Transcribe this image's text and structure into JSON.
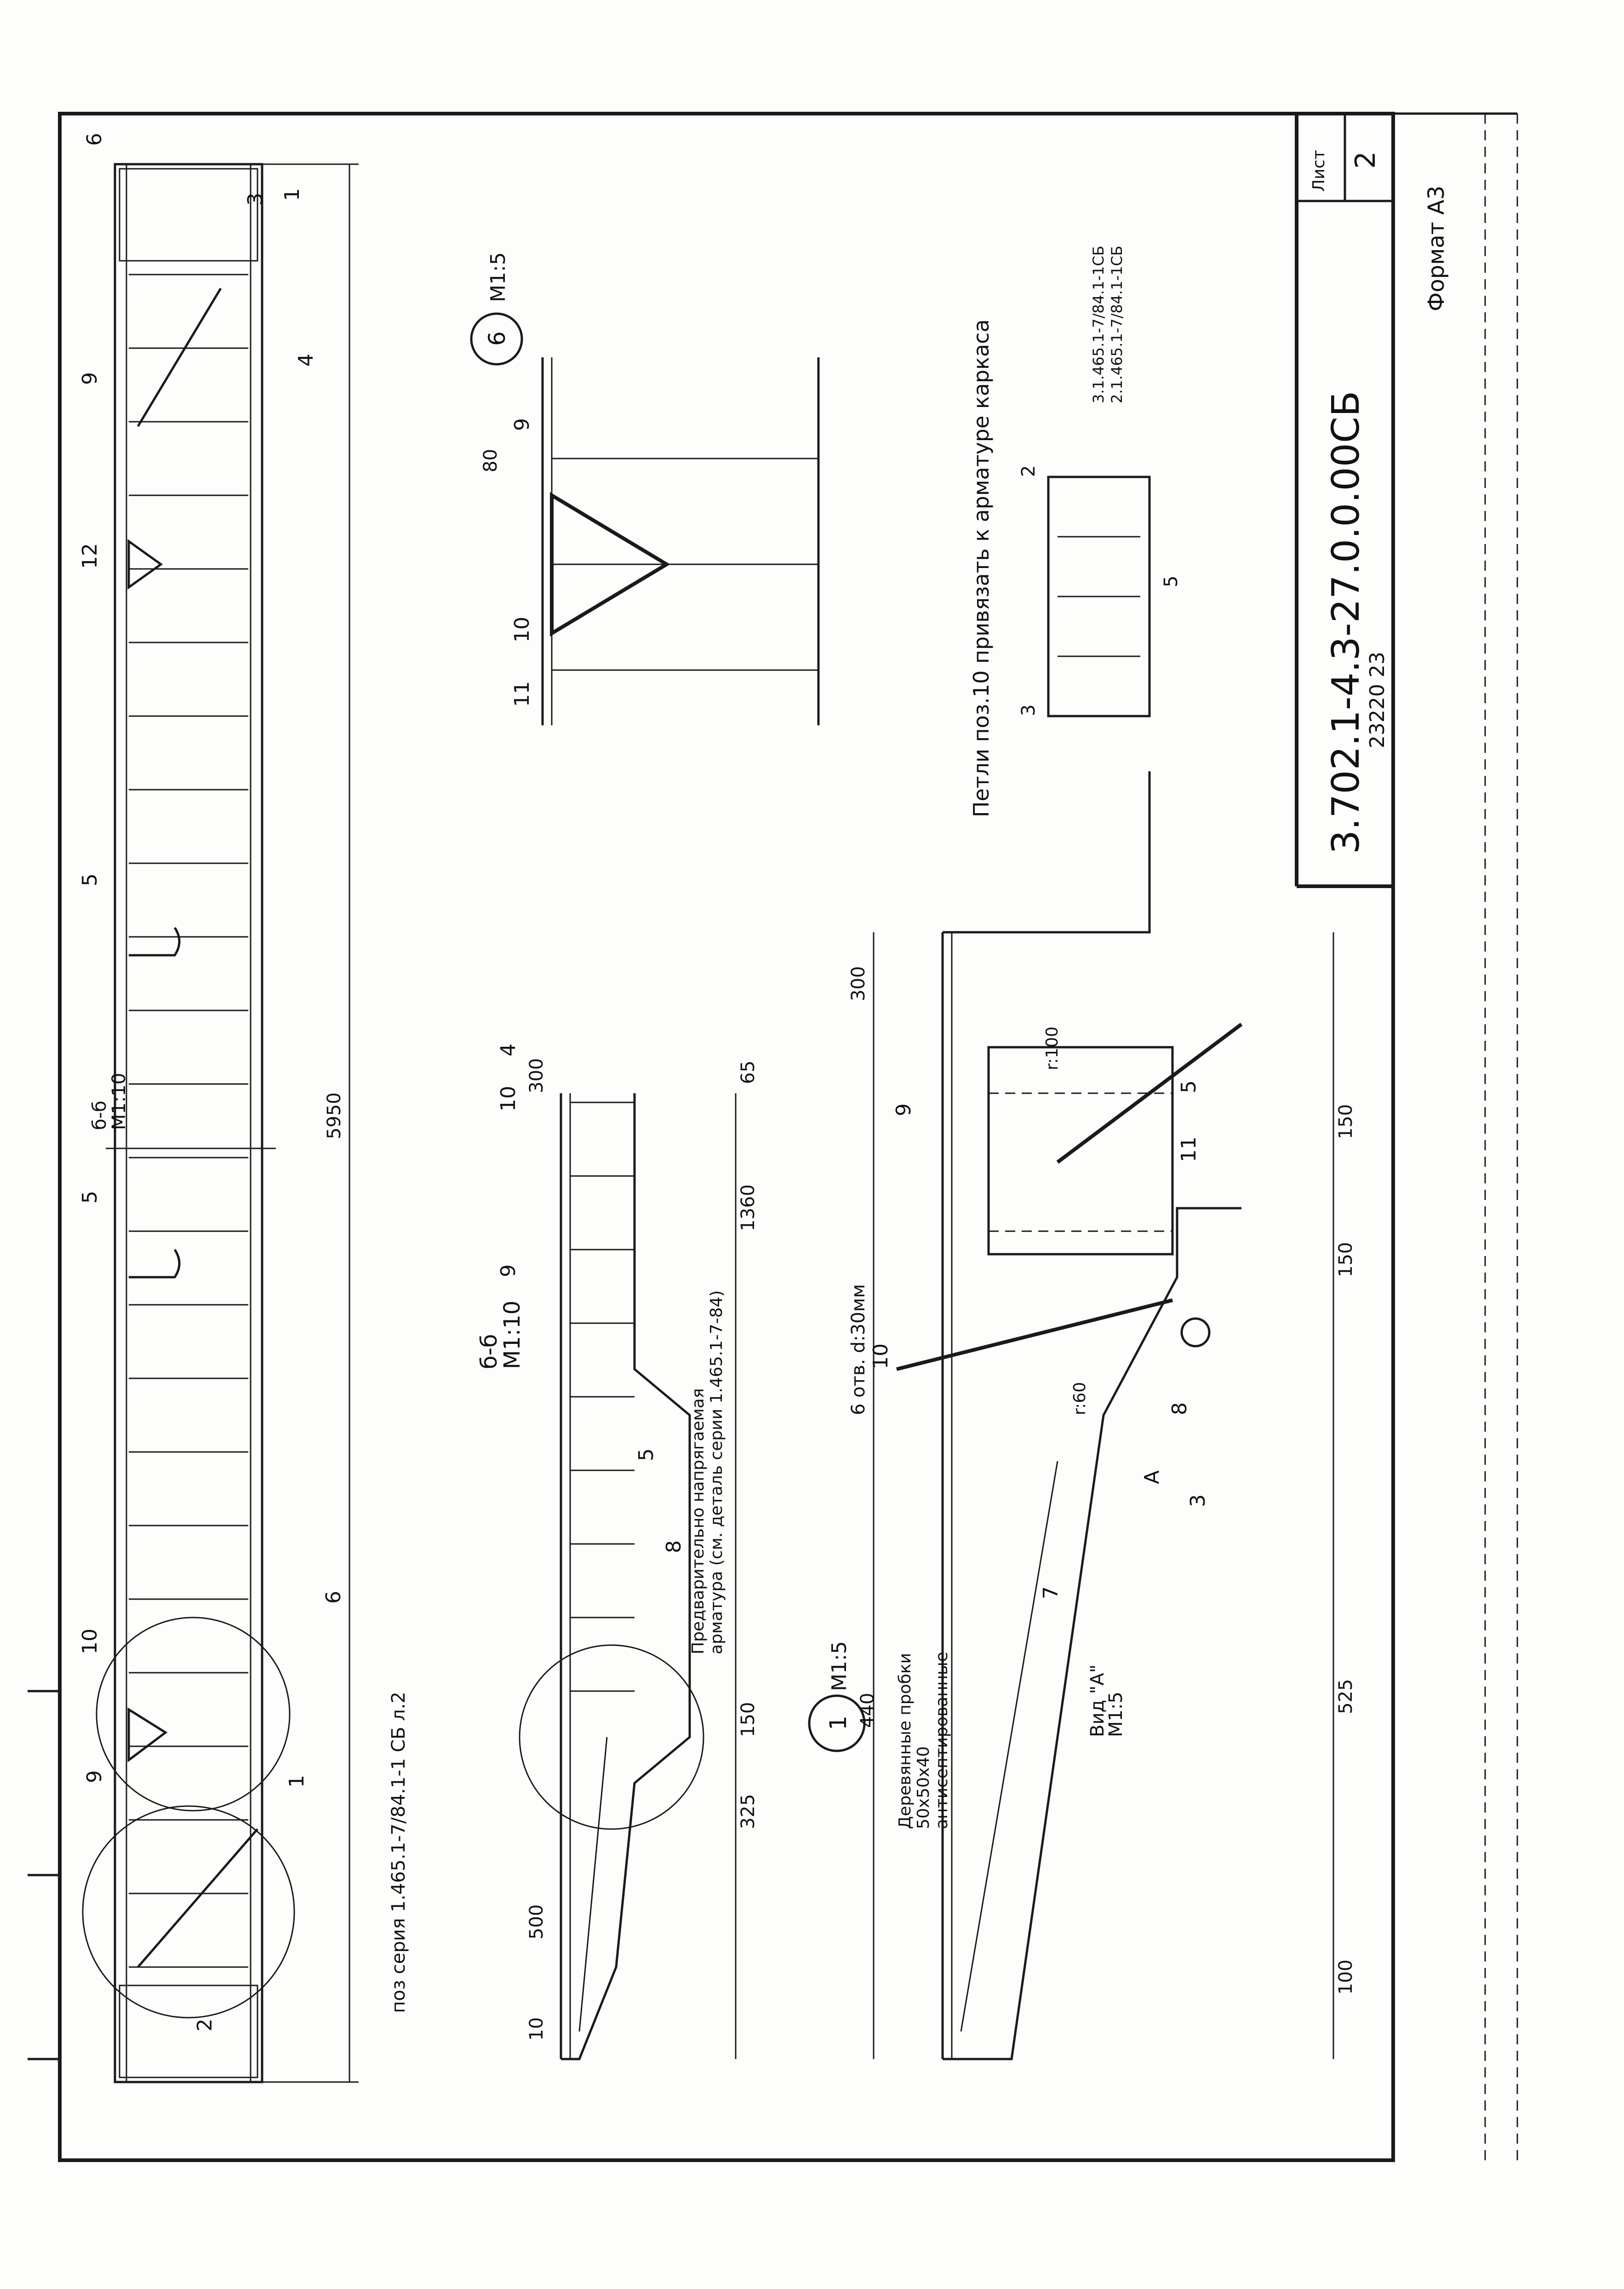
{
  "main_view": {
    "total_length": "5950",
    "section_mark": "б-б",
    "section_scale": "М1:10",
    "series_note": "поз серия 1.465.1-7/84.1-1 СБ л.2",
    "pos_1": "1",
    "pos_2": "2",
    "pos_3": "3",
    "pos_4": "4",
    "pos_5": "5",
    "pos_6": "6",
    "pos_9": "9",
    "pos_10": "10",
    "pos_12": "12"
  },
  "section_b": {
    "title": "б-б",
    "scale": "М1:10",
    "prestress_note_1": "Предварительно напрягаемая",
    "prestress_note_2": "арматура (см. деталь серии 1.465.1-7-84)",
    "dim_1360": "1360",
    "dim_325": "325",
    "dim_150": "150",
    "dim_500": "500",
    "dim_10": "10",
    "dim_300": "300",
    "dim_65": "65",
    "pos_4": "4",
    "pos_5": "5",
    "pos_8": "8",
    "pos_9": "9",
    "pos_10": "10"
  },
  "detail_6": {
    "number": "6",
    "scale": "М1:5",
    "pos_9": "9",
    "pos_10": "10",
    "pos_11": "11",
    "dim_80": "80"
  },
  "detail_1": {
    "number": "1",
    "scale": "М1:5",
    "dim_440": "440",
    "note_1": "Деревянные пробки",
    "note_2": "50х50х40",
    "note_3": "антисептированные",
    "holes_note": "6 отв. d:30мм",
    "dim_525": "525",
    "dim_100": "100",
    "dim_150": "150",
    "dim_300": "300",
    "r60": "r:60",
    "r100": "r:100",
    "view_a": "Вид \"А\"",
    "view_a_scale": "М1:5",
    "arrow_a": "А",
    "pos_3": "3",
    "pos_5": "5",
    "pos_7": "7",
    "pos_8": "8",
    "pos_9": "9",
    "pos_10": "10",
    "pos_11": "11"
  },
  "cage": {
    "loop_note": "Петли поз.10 привязать к арматуре каркаса",
    "pos_2": "2",
    "pos_3": "3",
    "pos_5": "5",
    "ref_1": "3.1.465.1-7/84.1-1СБ",
    "ref_2": "2.1.465.1-7/84.1-1СБ"
  },
  "title_block": {
    "code": "3.702.1-4.3-27.0.0.00СБ",
    "number": "23220 23",
    "sheet_label": "Лист",
    "sheet_number": "2",
    "format": "Формат А3"
  }
}
